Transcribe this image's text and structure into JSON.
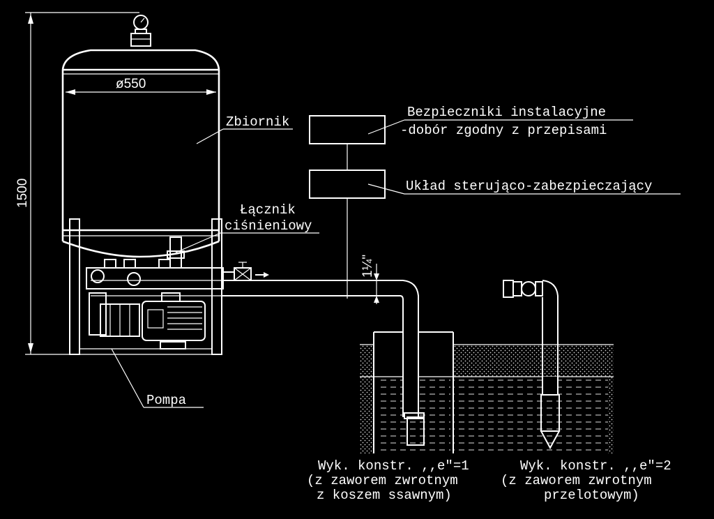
{
  "labels": {
    "diameter": "ø550",
    "height": "1500",
    "tank": "Zbiornik",
    "switch_line1": "Łącznik",
    "switch_line2": "ciśnieniowy",
    "fuses_line1": "Bezpieczniki instalacyjne",
    "fuses_line2": "-dobór zgodny z przepisami",
    "control": "Układ sterująco-zabezpieczający",
    "pipe_size": "1¼\"",
    "pump": "Pompa",
    "variant1_line1": "Wyk. konstr. ,,e\"=1",
    "variant1_line2": "(z zaworem zwrotnym",
    "variant1_line3": "z koszem ssawnym)",
    "variant2_line1": "Wyk. konstr. ,,e\"=2",
    "variant2_line2": "(z zaworem zwrotnym",
    "variant2_line3": "przelotowym)"
  }
}
